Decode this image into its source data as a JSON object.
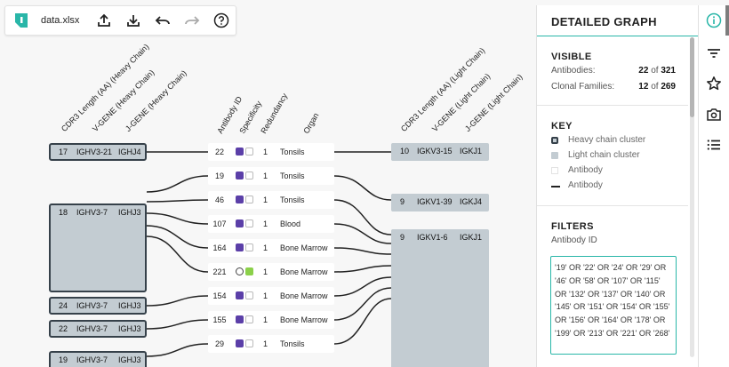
{
  "toolbar": {
    "filename": "data.xlsx",
    "icons": [
      "logo-icon",
      "upload-icon",
      "download-icon",
      "undo-icon",
      "redo-icon",
      "help-icon"
    ]
  },
  "columns": {
    "heavy": [
      "CDR3 Length (AA) (Heavy Chain)",
      "V-GENE (Heavy Chain)",
      "J-GENE (Heavy Chain)"
    ],
    "antibody": [
      "Antibody ID",
      "Specificity",
      "Redundancy",
      "Organ"
    ],
    "light": [
      "CDR3 Length (AA) (Light Chain)",
      "V-GENE (Light Chain)",
      "J-GENE (Light Chain)"
    ]
  },
  "heavy_clusters": [
    {
      "cdr3": "17",
      "v": "IGHV3-21",
      "j": "IGHJ4"
    },
    {
      "cdr3": "18",
      "v": "IGHV3-7",
      "j": "IGHJ3"
    },
    {
      "cdr3": "24",
      "v": "IGHV3-7",
      "j": "IGHJ3"
    },
    {
      "cdr3": "22",
      "v": "IGHV3-7",
      "j": "IGHJ3"
    },
    {
      "cdr3": "19",
      "v": "IGHV3-7",
      "j": "IGHJ3"
    }
  ],
  "antibodies": [
    {
      "id": "22",
      "redundancy": "1",
      "organ": "Tonsils",
      "spec1": "#5b3fa8",
      "spec2": "#ffffff"
    },
    {
      "id": "19",
      "redundancy": "1",
      "organ": "Tonsils",
      "spec1": "#5b3fa8",
      "spec2": "#ffffff"
    },
    {
      "id": "46",
      "redundancy": "1",
      "organ": "Tonsils",
      "spec1": "#5b3fa8",
      "spec2": "#ffffff"
    },
    {
      "id": "107",
      "redundancy": "1",
      "organ": "Blood",
      "spec1": "#5b3fa8",
      "spec2": "#ffffff"
    },
    {
      "id": "164",
      "redundancy": "1",
      "organ": "Bone Marrow",
      "spec1": "#5b3fa8",
      "spec2": "#ffffff"
    },
    {
      "id": "221",
      "redundancy": "1",
      "organ": "Bone Marrow",
      "spec1": "#ffffff",
      "spec2": "#8bd04a"
    },
    {
      "id": "154",
      "redundancy": "1",
      "organ": "Bone Marrow",
      "spec1": "#5b3fa8",
      "spec2": "#ffffff"
    },
    {
      "id": "155",
      "redundancy": "1",
      "organ": "Bone Marrow",
      "spec1": "#5b3fa8",
      "spec2": "#ffffff"
    },
    {
      "id": "29",
      "redundancy": "1",
      "organ": "Tonsils",
      "spec1": "#5b3fa8",
      "spec2": "#ffffff"
    }
  ],
  "light_clusters": [
    {
      "cdr3": "10",
      "v": "IGKV3-15",
      "j": "IGKJ1"
    },
    {
      "cdr3": "9",
      "v": "IGKV1-39",
      "j": "IGKJ4"
    },
    {
      "cdr3": "9",
      "v": "IGKV1-6",
      "j": "IGKJ1"
    }
  ],
  "panel": {
    "title": "DETAILED GRAPH",
    "visible_title": "VISIBLE",
    "antibodies_label": "Antibodies:",
    "antibodies_value": "22",
    "antibodies_total": "321",
    "families_label": "Clonal Families:",
    "families_value": "12",
    "families_total": "269",
    "of": "of",
    "key_title": "KEY",
    "key_items": [
      "Heavy chain cluster",
      "Light chain cluster",
      "Antibody",
      "Antibody"
    ],
    "filters_title": "FILTERS",
    "filter_label": "Antibody ID",
    "filter_value": "'19' OR '22' OR '24' OR '29' OR '46' OR '58' OR '107' OR '115' OR '132' OR '137' OR '140' OR '145' OR '151' OR '154' OR '155' OR '156' OR '164' OR '178' OR '199' OR '213' OR '221' OR '268'"
  },
  "rail_icons": [
    "info-icon",
    "filter-icon",
    "star-icon",
    "camera-icon",
    "list-icon"
  ],
  "colors": {
    "accent": "#29b6a8",
    "specificity_purple": "#5b3fa8",
    "specificity_green": "#8bd04a"
  }
}
